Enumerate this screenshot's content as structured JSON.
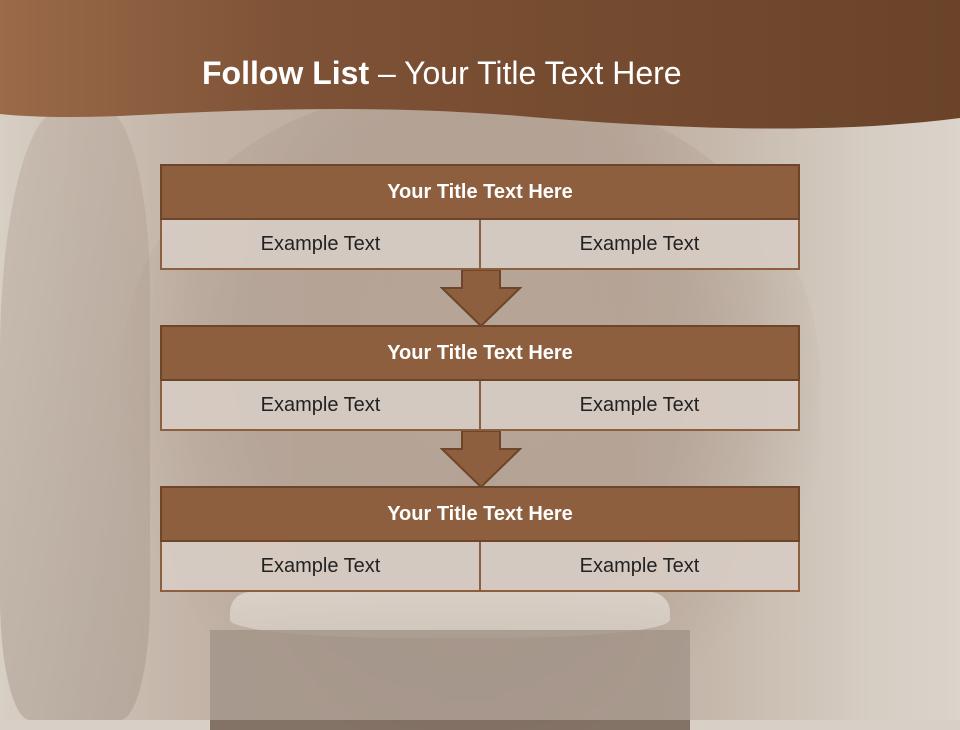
{
  "slide": {
    "title_bold": "Follow List",
    "title_rest": " – Your Title Text Here"
  },
  "colors": {
    "header": "#7b4e31",
    "box_fill": "#8e5f3e",
    "box_border": "#6d4529",
    "cell_fill": "#d7ccc3"
  },
  "blocks": [
    {
      "title": "Your Title Text Here",
      "left": "Example Text",
      "right": "Example Text"
    },
    {
      "title": "Your Title Text Here",
      "left": "Example Text",
      "right": "Example Text"
    },
    {
      "title": "Your Title Text Here",
      "left": "Example Text",
      "right": "Example Text"
    }
  ]
}
